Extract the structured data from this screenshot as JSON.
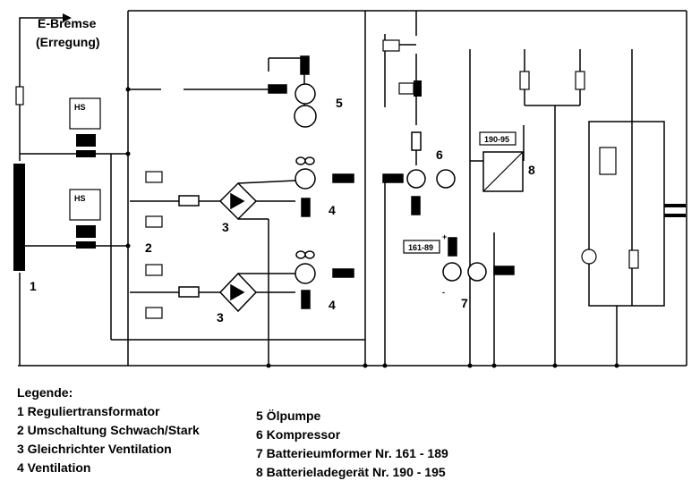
{
  "diagram": {
    "brake_label_line1": "E-Bremse",
    "brake_label_line2": "(Erregung)",
    "hs_label": "HS",
    "numbers": {
      "n1": "1",
      "n2": "2",
      "n3a": "3",
      "n3b": "3",
      "n4a": "4",
      "n4b": "4",
      "n5": "5",
      "n6": "6",
      "n7": "7",
      "n8": "8"
    },
    "charger_box": "190-95",
    "converter_box": "161-89",
    "plus": "+",
    "minus": "-"
  },
  "legend": {
    "title": "Legende:",
    "left_items": [
      "1  Reguliertransformator",
      "2 Umschaltung Schwach/Stark",
      "3 Gleichrichter Ventilation",
      "4 Ventilation"
    ],
    "right_items": [
      "5 Ölpumpe",
      "6 Kompressor",
      "7 Batterieumformer Nr. 161 - 189",
      "8 Batterieladegerät Nr. 190 - 195"
    ]
  }
}
